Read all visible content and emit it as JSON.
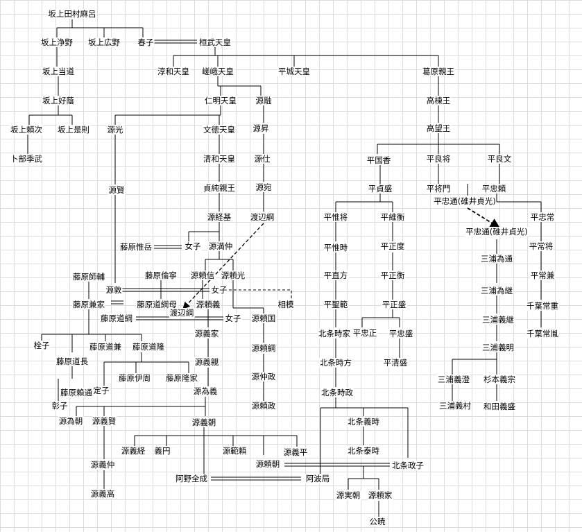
{
  "diagram": {
    "nodes": [
      {
        "id": "tamuramaro",
        "label": "坂上田村麻呂"
      },
      {
        "id": "kiyono",
        "label": "坂上浄野"
      },
      {
        "id": "hirono",
        "label": "坂上広野"
      },
      {
        "id": "haruko",
        "label": "春子"
      },
      {
        "id": "kanmu",
        "label": "桓武天皇"
      },
      {
        "id": "masamichi",
        "label": "坂上当道"
      },
      {
        "id": "yoshikage",
        "label": "坂上好蔭"
      },
      {
        "id": "yoritsugu",
        "label": "坂上頼次"
      },
      {
        "id": "korenori",
        "label": "坂上是則"
      },
      {
        "id": "urabe",
        "label": "卜部季武"
      },
      {
        "id": "junna",
        "label": "淳和天皇"
      },
      {
        "id": "saga",
        "label": "嵯峨天皇"
      },
      {
        "id": "heizei",
        "label": "平城天皇"
      },
      {
        "id": "kazurahara",
        "label": "葛原親王"
      },
      {
        "id": "ninmyo",
        "label": "仁明天皇"
      },
      {
        "id": "minamoto_toru",
        "label": "源融"
      },
      {
        "id": "takamune",
        "label": "高棟王"
      },
      {
        "id": "takamochi",
        "label": "高望王"
      },
      {
        "id": "hikaru",
        "label": "源光"
      },
      {
        "id": "montoku",
        "label": "文徳天皇"
      },
      {
        "id": "noboru",
        "label": "源昇"
      },
      {
        "id": "seiwa",
        "label": "清和天皇"
      },
      {
        "id": "tsukau",
        "label": "源仕"
      },
      {
        "id": "kunika",
        "label": "平国香"
      },
      {
        "id": "yoshimasa",
        "label": "平良将"
      },
      {
        "id": "yoshifumi",
        "label": "平良文"
      },
      {
        "id": "sadazumi",
        "label": "貞純親王"
      },
      {
        "id": "mitaru",
        "label": "源宛"
      },
      {
        "id": "sadamori",
        "label": "平貞盛"
      },
      {
        "id": "masakado",
        "label": "平将門"
      },
      {
        "id": "tadayori",
        "label": "平忠頼"
      },
      {
        "id": "masaru",
        "label": "源賢"
      },
      {
        "id": "tadamichi_usui",
        "label": "平忠通(碓井貞光)"
      },
      {
        "id": "tsunemoto",
        "label": "源経基"
      },
      {
        "id": "watanabe_tsuna",
        "label": "渡辺綱"
      },
      {
        "id": "koremochi",
        "label": "平惟将"
      },
      {
        "id": "korehira",
        "label": "平維衡"
      },
      {
        "id": "tadatsune",
        "label": "平忠常"
      },
      {
        "id": "tadamichi_usui2",
        "label": "平忠通(碓井貞光)"
      },
      {
        "id": "korewoka",
        "label": "藤原惟岳"
      },
      {
        "id": "nyoshi1",
        "label": "女子"
      },
      {
        "id": "mitsunaka",
        "label": "源満仲"
      },
      {
        "id": "koretoki",
        "label": "平惟時"
      },
      {
        "id": "masanori",
        "label": "平正度"
      },
      {
        "id": "tsunemasa",
        "label": "平常将"
      },
      {
        "id": "tomoyasu",
        "label": "藤原倫寧"
      },
      {
        "id": "miura_tametsugu",
        "label": "三浦為通"
      },
      {
        "id": "morotada",
        "label": "藤原師輔"
      },
      {
        "id": "yorinobu",
        "label": "源頼信"
      },
      {
        "id": "yorimitsu",
        "label": "源頼光"
      },
      {
        "id": "naokata",
        "label": "平直方"
      },
      {
        "id": "masahira",
        "label": "平正衡"
      },
      {
        "id": "tsunekane",
        "label": "平常兼"
      },
      {
        "id": "atsushi",
        "label": "源敦"
      },
      {
        "id": "nyoshi2",
        "label": "女子"
      },
      {
        "id": "miura_tametsugu2",
        "label": "三浦為継"
      },
      {
        "id": "kaneie",
        "label": "藤原兼家"
      },
      {
        "id": "michitsuna_haha",
        "label": "藤原道綱母"
      },
      {
        "id": "yoriyoshi",
        "label": "源頼義"
      },
      {
        "id": "watanabe_tsuna2",
        "label": "渡辺綱"
      },
      {
        "id": "sagami",
        "label": "相模"
      },
      {
        "id": "tomonori_sei",
        "label": "平聖範"
      },
      {
        "id": "masamori",
        "label": "平正盛"
      },
      {
        "id": "chiba_tsuneshige",
        "label": "千葉常重"
      },
      {
        "id": "michitsuna",
        "label": "藤原道綱"
      },
      {
        "id": "nyoshi3",
        "label": "女子"
      },
      {
        "id": "yorikuni",
        "label": "源頼国"
      },
      {
        "id": "miura_yoshitsugu",
        "label": "三浦義継"
      },
      {
        "id": "yoshiie",
        "label": "源義家"
      },
      {
        "id": "hojo_tokiie",
        "label": "北条時家"
      },
      {
        "id": "tokitada",
        "label": "平忠正"
      },
      {
        "id": "tadamori",
        "label": "平忠盛"
      },
      {
        "id": "chiba_tsunetane",
        "label": "千葉常胤"
      },
      {
        "id": "teishi",
        "label": "栓子"
      },
      {
        "id": "michikane",
        "label": "藤原道兼"
      },
      {
        "id": "michitaka",
        "label": "藤原道隆"
      },
      {
        "id": "yoritsuna",
        "label": "源頼綱"
      },
      {
        "id": "miura_yoshiaki",
        "label": "三浦義明"
      },
      {
        "id": "michinaga",
        "label": "藤原道長"
      },
      {
        "id": "yoshichika",
        "label": "源義親"
      },
      {
        "id": "hojo_tokikata",
        "label": "北条時方"
      },
      {
        "id": "kiyomori",
        "label": "平清盛"
      },
      {
        "id": "korechika",
        "label": "藤原伊周"
      },
      {
        "id": "takaie",
        "label": "藤原隆家"
      },
      {
        "id": "nakamasa",
        "label": "源仲政"
      },
      {
        "id": "miura_yoshizumi",
        "label": "三浦義澄"
      },
      {
        "id": "sugimoto",
        "label": "杉本義宗"
      },
      {
        "id": "yorimichi",
        "label": "藤原賴通"
      },
      {
        "id": "teishi2",
        "label": "定子"
      },
      {
        "id": "tameyoshi",
        "label": "源為義"
      },
      {
        "id": "hojo_tokimasa",
        "label": "北条時政"
      },
      {
        "id": "shoshi",
        "label": "彰子"
      },
      {
        "id": "yorimasa",
        "label": "源頼政"
      },
      {
        "id": "miura_yoshimura",
        "label": "三浦義村"
      },
      {
        "id": "wada",
        "label": "和田義盛"
      },
      {
        "id": "tametomo",
        "label": "源為朝"
      },
      {
        "id": "yoshikata",
        "label": "源義賢"
      },
      {
        "id": "yoshitomo",
        "label": "源義朝"
      },
      {
        "id": "hojo_yoshitoki",
        "label": "北条義時"
      },
      {
        "id": "yoshitsune",
        "label": "源義経"
      },
      {
        "id": "gien",
        "label": "義円"
      },
      {
        "id": "noriyori",
        "label": "源範頼"
      },
      {
        "id": "yoshihira",
        "label": "源義平"
      },
      {
        "id": "hojo_yasutoki",
        "label": "北条泰時"
      },
      {
        "id": "yoshinaka",
        "label": "源義仲"
      },
      {
        "id": "yoritomo",
        "label": "源頼朝"
      },
      {
        "id": "masako",
        "label": "北条政子"
      },
      {
        "id": "zenjo",
        "label": "阿野全成"
      },
      {
        "id": "awanotsubone",
        "label": "阿波局"
      },
      {
        "id": "yoshitaka",
        "label": "源義高"
      },
      {
        "id": "sanetomo",
        "label": "源実朝"
      },
      {
        "id": "yoriie",
        "label": "源頼家"
      },
      {
        "id": "kugyo",
        "label": "公暁"
      }
    ]
  }
}
